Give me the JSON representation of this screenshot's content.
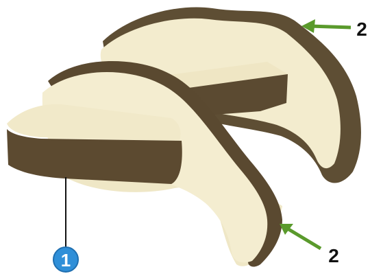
{
  "callouts": {
    "one": {
      "label": "1"
    },
    "two_top": {
      "label": "2"
    },
    "two_bottom": {
      "label": "2"
    }
  },
  "colors": {
    "background": "#ffffff",
    "cream": "#f4edcf",
    "cream_shadow": "#e2d7b0",
    "bark": "#6b5a3c",
    "bark_dark": "#4a3d28",
    "arrow_green": "#5a9a2c",
    "badge_blue": "#2f8fd8",
    "leader_line": "#111111"
  },
  "icons": [
    "number-one-badge-icon",
    "green-arrow-icon"
  ]
}
